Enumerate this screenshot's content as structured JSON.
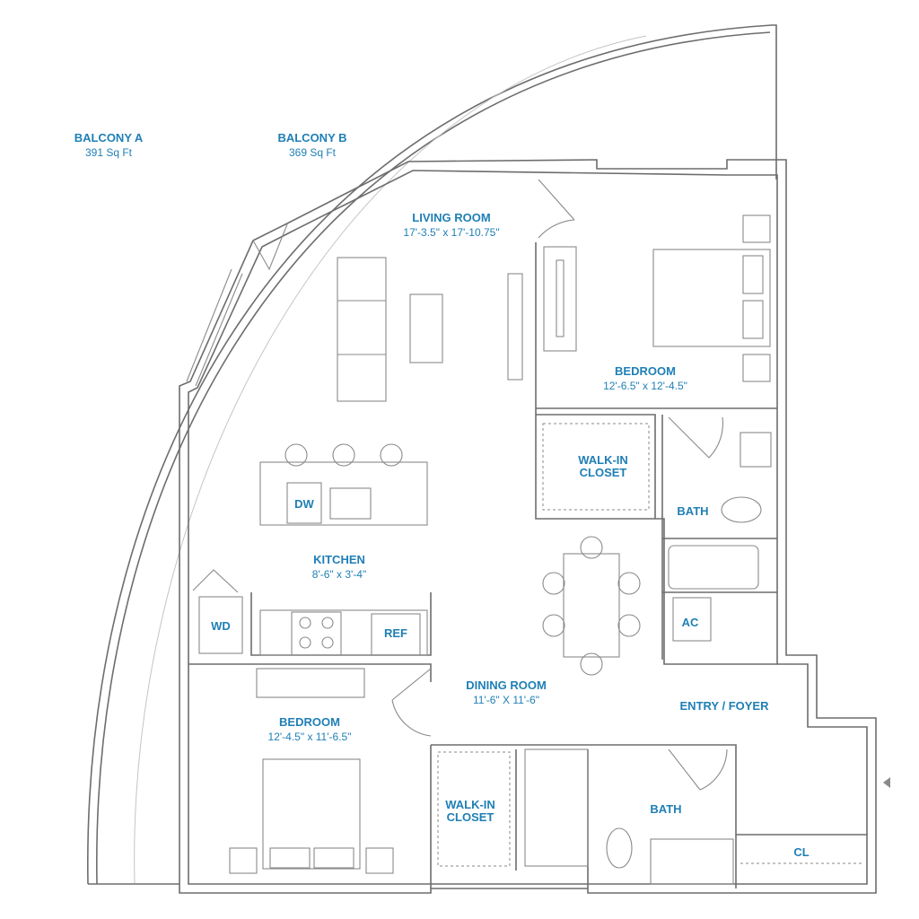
{
  "colors": {
    "label": "#1f7fb5",
    "wall": "#6d6d6d"
  },
  "rooms": {
    "balcony_a": {
      "name": "BALCONY A",
      "size": "391 Sq Ft"
    },
    "balcony_b": {
      "name": "BALCONY B",
      "size": "369 Sq Ft"
    },
    "living_room": {
      "name": "LIVING ROOM",
      "size": "17'-3.5\" x 17'-10.75\""
    },
    "bedroom_1": {
      "name": "BEDROOM",
      "size": "12'-6.5\" x 12'-4.5\""
    },
    "walk_in_closet_1": {
      "line1": "WALK-IN",
      "line2": "CLOSET"
    },
    "bath_1": {
      "name": "BATH"
    },
    "kitchen": {
      "name": "KITCHEN",
      "size": "8'-6\" x 3'-4\""
    },
    "dining_room": {
      "name": "DINING ROOM",
      "size": "11'-6\" X 11'-6\""
    },
    "entry": {
      "name": "ENTRY / FOYER"
    },
    "bedroom_2": {
      "name": "BEDROOM",
      "size": "12'-4.5\" x 11'-6.5\""
    },
    "walk_in_closet_2": {
      "line1": "WALK-IN",
      "line2": "CLOSET"
    },
    "bath_2": {
      "name": "BATH"
    },
    "closet": {
      "name": "CL"
    }
  },
  "fixtures": {
    "dw": "DW",
    "wd": "WD",
    "ref": "REF",
    "ac": "AC"
  }
}
